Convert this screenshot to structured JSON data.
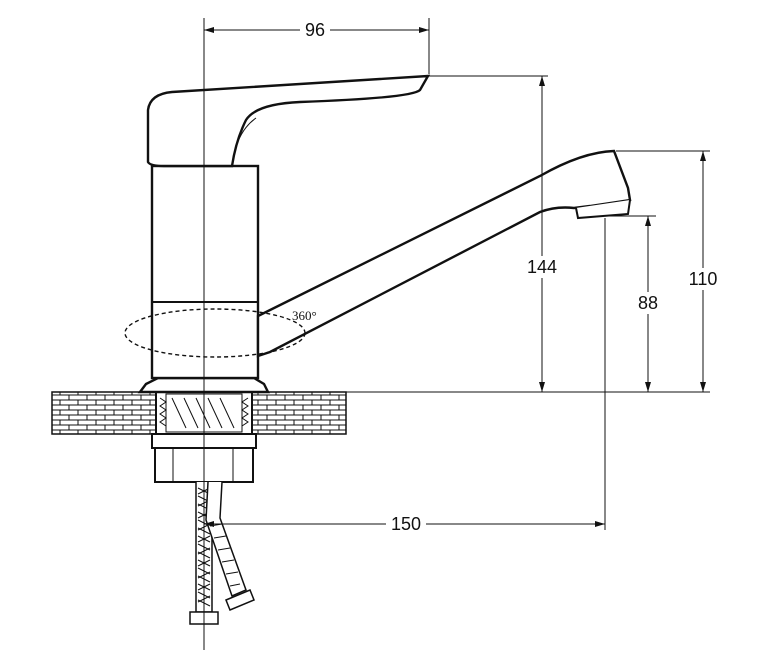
{
  "dimensions": {
    "handle_reach": "96",
    "overall_height": "144",
    "spout_height": "110",
    "outlet_clearance": "88",
    "spout_reach": "150"
  },
  "rotation": {
    "label": "360°"
  },
  "colors": {
    "line": "#111111",
    "background": "#ffffff"
  }
}
